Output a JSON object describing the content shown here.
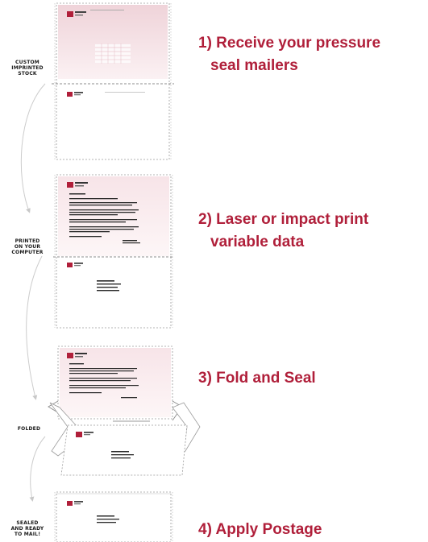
{
  "steps": [
    {
      "line1": "1) Receive your pressure",
      "line2": "seal mailers"
    },
    {
      "line1": "2) Laser or impact print",
      "line2": "variable data"
    },
    {
      "line1": "3) Fold and Seal",
      "line2": ""
    },
    {
      "line1": "4) Apply Postage",
      "line2": ""
    }
  ],
  "side_labels": [
    {
      "lines": [
        "CUSTOM",
        "IMPRINTED",
        "STOCK"
      ]
    },
    {
      "lines": [
        "PRINTED",
        "ON YOUR",
        "COMPUTER"
      ]
    },
    {
      "lines": [
        "FOLDED"
      ]
    },
    {
      "lines": [
        "SEALED",
        "AND READY",
        "TO MAIL!"
      ]
    }
  ],
  "colors": {
    "accent": "#b01f3a",
    "form_tint": "#f3dde1",
    "outline": "#8a8a8a",
    "text_lines": "#2a2a2a"
  }
}
